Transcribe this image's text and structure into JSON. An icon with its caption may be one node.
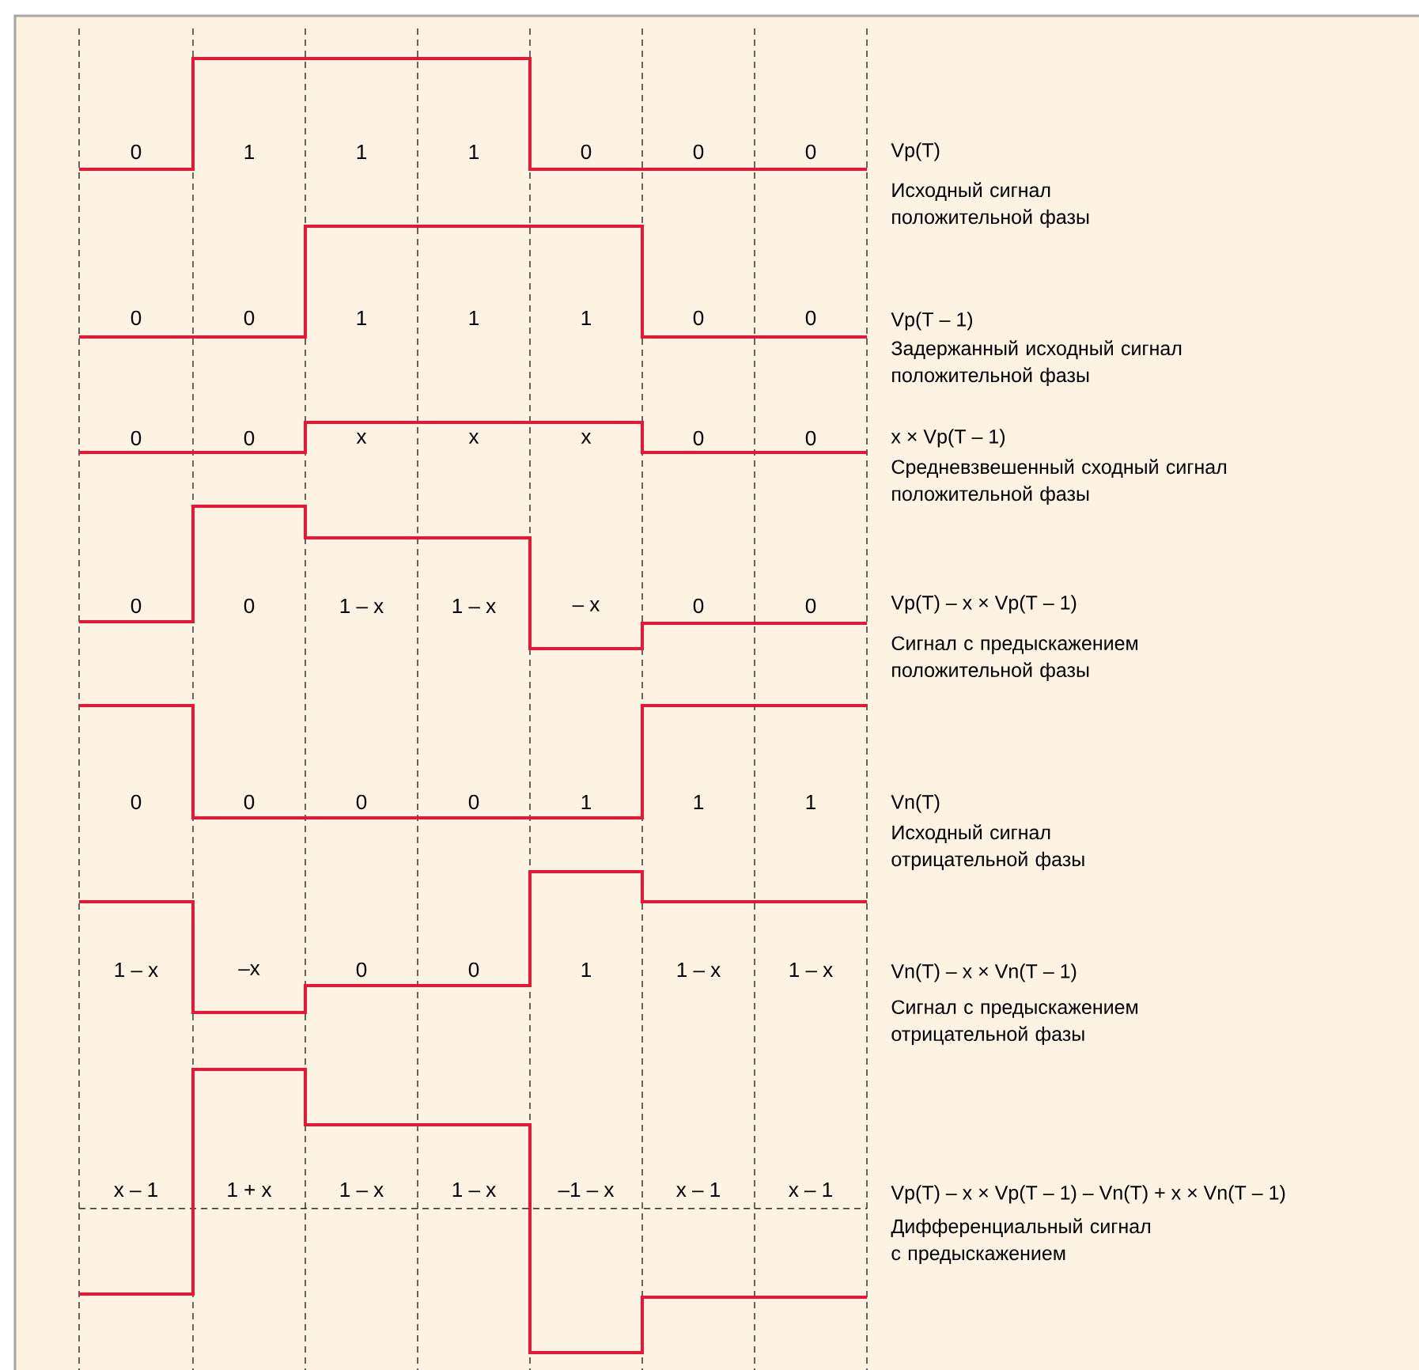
{
  "diagram": {
    "labels": [
      "0",
      "1",
      "1",
      "1",
      "0",
      "0",
      "0",
      "Vp(T)",
      "Исходный сигнал положительной фазы",
      "0",
      "0",
      "1",
      "1",
      "1",
      "0",
      "0",
      "Vp(T – 1)",
      "Задержанный исходный сигнал положительной фазы",
      "0",
      "0",
      "x",
      "x",
      "x",
      "0",
      "0",
      "x × Vp(T – 1)",
      "Средневзвешенный сходный сигнал положительной фазы",
      "0",
      "0",
      "1 – x",
      "1 – x",
      "– x",
      "0",
      "0",
      "Vp(T) – x × Vp(T – 1)",
      "Сигнал с предыскажением положительной фазы",
      "0",
      "0",
      "0",
      "0",
      "1",
      "1",
      "1",
      "Vn(T)",
      "Исходный сигнал отрицательной фазы",
      "1 – x",
      "–x",
      "0",
      "0",
      "1",
      "1 – x",
      "1 – x",
      "Vn(T) – x × Vn(T – 1)",
      "Сигнал с предыскажением отрицательной фазы",
      "x – 1",
      "1 + x",
      "1 – x",
      "1 – x",
      "–1 – x",
      "x – 1",
      "x – 1",
      "Vp(T) – x × Vp(T – 1) – Vn(T) + x × Vn(T – 1)",
      "Дифференциальный сигнал с предыскажением"
    ]
  }
}
